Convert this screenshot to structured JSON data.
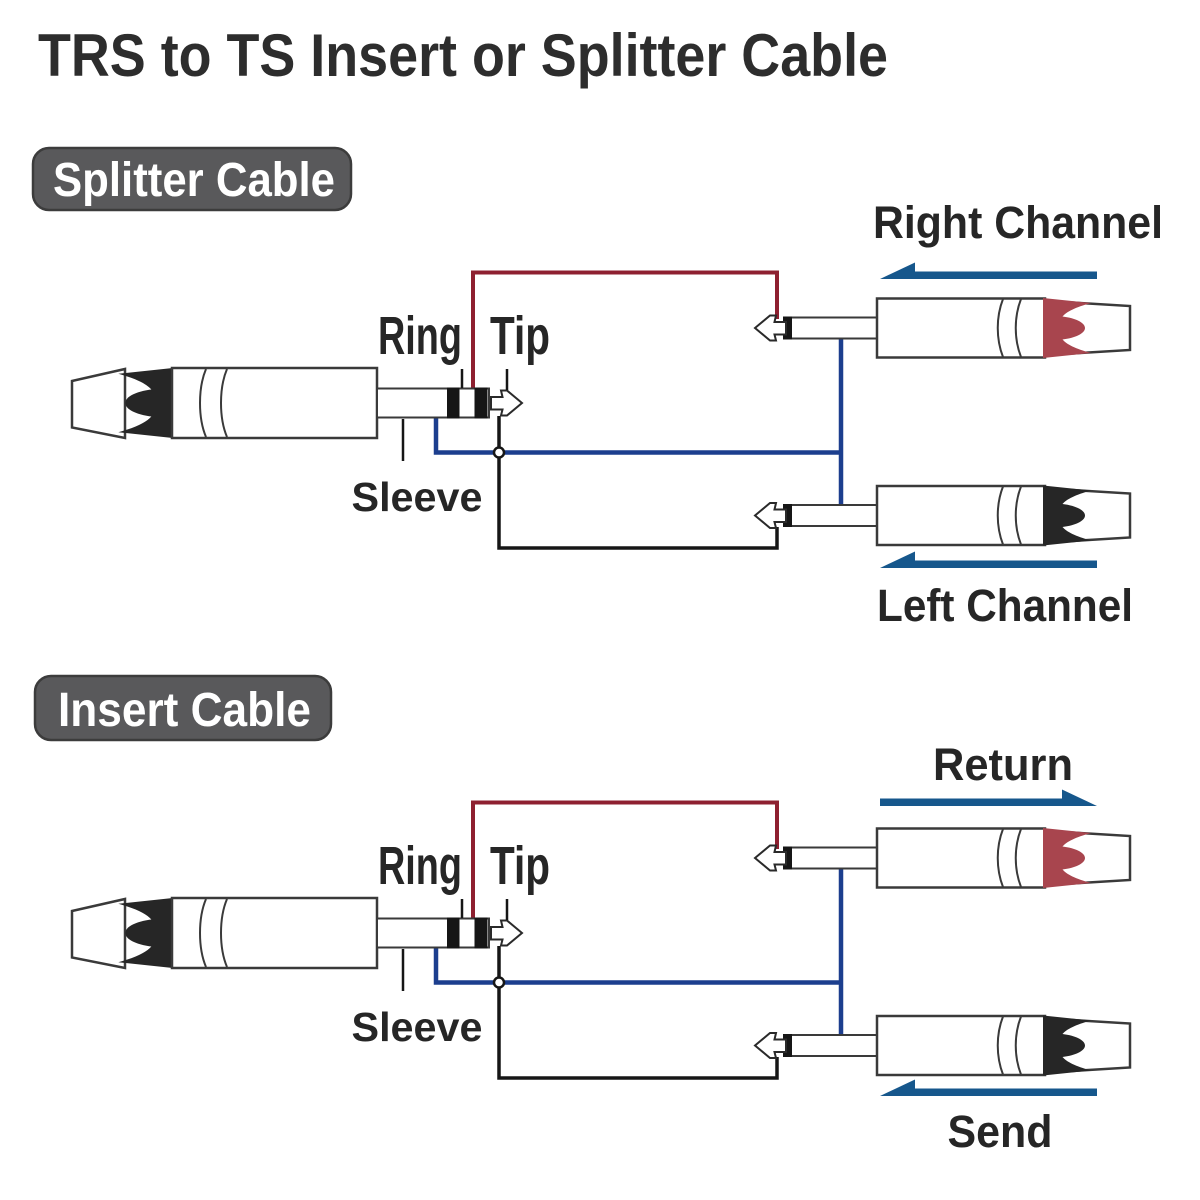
{
  "title": "TRS to TS Insert or Splitter Cable",
  "sections": {
    "splitter": {
      "badge": "Splitter Cable",
      "trs_labels": {
        "ring": "Ring",
        "tip": "Tip",
        "sleeve": "Sleeve"
      },
      "top_connector": {
        "label": "Right Channel",
        "signal_direction": "left",
        "boot_color": "red"
      },
      "bottom_connector": {
        "label": "Left Channel",
        "signal_direction": "left",
        "boot_color": "black"
      }
    },
    "insert": {
      "badge": "Insert Cable",
      "trs_labels": {
        "ring": "Ring",
        "tip": "Tip",
        "sleeve": "Sleeve"
      },
      "top_connector": {
        "label": "Return",
        "signal_direction": "right",
        "boot_color": "red"
      },
      "bottom_connector": {
        "label": "Send",
        "signal_direction": "left",
        "boot_color": "black"
      }
    }
  },
  "colors": {
    "title_text": "#2d2d2d",
    "label_text": "#262626",
    "badge_bg": "#59595b",
    "badge_border": "#3c3c3c",
    "badge_text": "#ffffff",
    "wire_red": "#8e2030",
    "wire_blue": "#1c3e8e",
    "wire_black": "#161616",
    "arrow_blue": "#16578c",
    "boot_red": "#a8454e",
    "boot_black": "#262626",
    "outline": "#3a3a3a"
  }
}
